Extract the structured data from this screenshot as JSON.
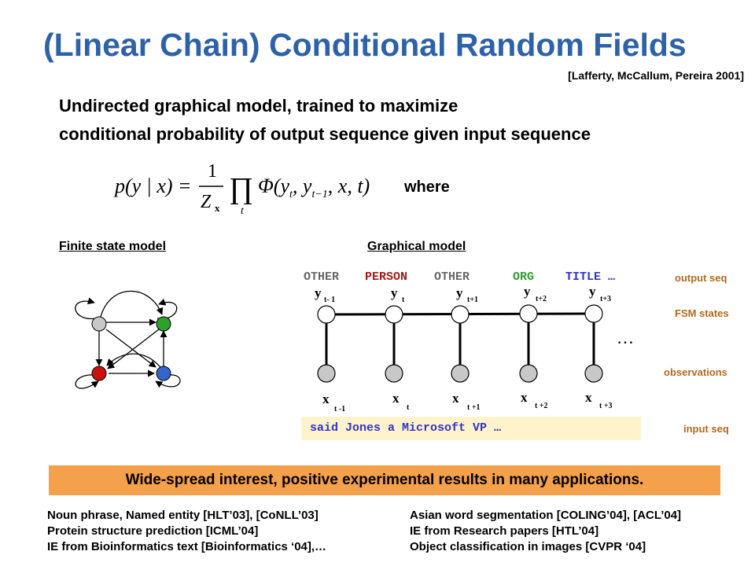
{
  "title": "(Linear Chain) Conditional Random Fields",
  "citation": "[Lafferty, McCallum, Pereira 2001]",
  "subtitle_lines": [
    "Undirected graphical model, trained to maximize",
    "conditional probability of output sequence given input sequence"
  ],
  "formula": {
    "lhs": "p(y | x) =",
    "numerator": "1",
    "denominator_Z": "Z",
    "denominator_sub": "x",
    "product_sub": "t",
    "term": "Φ(y",
    "term_sub1": "t",
    "term_mid": ", y",
    "term_sub2": "t−1",
    "term_end": ", x, t)"
  },
  "where_label": "where",
  "section_labels": {
    "fsm": "Finite state model",
    "graphical": "Graphical model"
  },
  "output_sequence": [
    {
      "text": "OTHER",
      "color": "#666666"
    },
    {
      "text": "PERSON",
      "color": "#a31a1a"
    },
    {
      "text": "OTHER",
      "color": "#666666"
    },
    {
      "text": "ORG",
      "color": "#2e9e2e"
    },
    {
      "text": "TITLE …",
      "color": "#3333cc"
    }
  ],
  "y_nodes": [
    {
      "var": "y",
      "sub": "t- 1"
    },
    {
      "var": "y",
      "sub": "t"
    },
    {
      "var": "y",
      "sub": "t+1"
    },
    {
      "var": "y",
      "sub": "t+2"
    },
    {
      "var": "y",
      "sub": "t+3"
    }
  ],
  "x_nodes": [
    {
      "var": "x",
      "sub": "t -1"
    },
    {
      "var": "x",
      "sub": "t"
    },
    {
      "var": "x",
      "sub": "t +1"
    },
    {
      "var": "x",
      "sub": "t +2"
    },
    {
      "var": "x",
      "sub": "t +3"
    }
  ],
  "ellipsis": "…",
  "side_labels": {
    "output_seq": "output seq",
    "fsm_states": "FSM states",
    "observations": "observations",
    "input_seq": "input seq"
  },
  "input_sequence": "said   Jones    a   Microsoft  VP …",
  "banner": "Wide-spread interest, positive experimental results in many applications.",
  "applications_left": [
    "Noun phrase, Named entity [HLT’03], [CoNLL’03]",
    "Protein structure prediction [ICML’04]",
    "IE from Bioinformatics text [Bioinformatics ‘04],…"
  ],
  "applications_right": [
    "Asian word segmentation [COLING’04], [ACL’04]",
    "IE from Research papers [HTL’04]",
    "Object classification in images [CVPR ‘04]"
  ],
  "colors": {
    "title": "#2e62a8",
    "banner": "#f5a04a",
    "side_label": "#b36a1e",
    "input_strip": "#fff3cc",
    "node_gray": "#c8c8c8",
    "node_green": "#2ea02e",
    "node_red": "#cc1111",
    "node_blue": "#3366cc"
  }
}
